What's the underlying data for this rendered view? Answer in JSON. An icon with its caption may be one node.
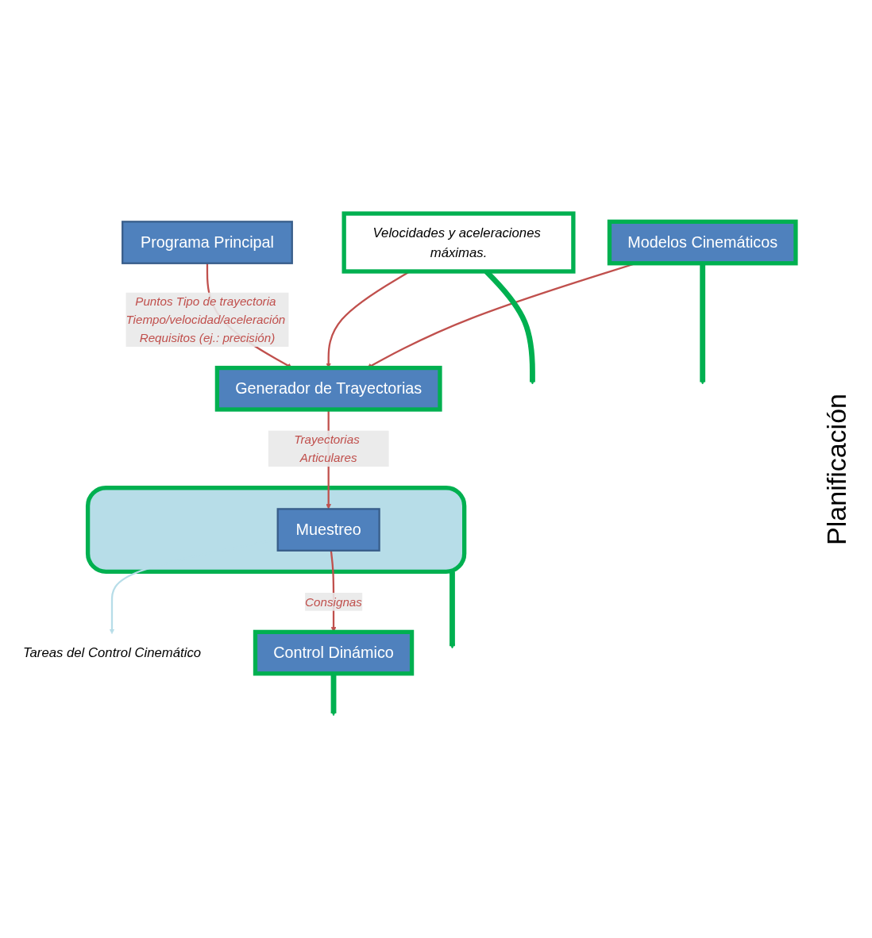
{
  "diagram": {
    "nodes": [
      {
        "text": [
          "Programa Principal"
        ]
      },
      {
        "text": [
          "Generador de Trayectorias"
        ]
      },
      {
        "text": [
          "Velocidades y aceleraciones máximas."
        ]
      },
      {
        "text": [
          "Modelos Cinemáticos"
        ]
      },
      {
        "text": [],
        "shape": "box"
      },
      {
        "text": [
          "Muestreo"
        ],
        "in": 4
      },
      {
        "text": [
          "Tareas del Control Cinemático"
        ]
      },
      {
        "text": [
          "Control Dinámico"
        ]
      }
    ],
    "edges": [
      {
        "from": 0,
        "to": 1,
        "arrow": "to",
        "label": "Puntos Tipo de trayectoria Tiempo/velocidad/aceleración Requisitos (ej.: precisión)"
      },
      {
        "from": 2,
        "to": 1,
        "arrow": "to"
      },
      {
        "from": 3,
        "to": 1,
        "arrow": "to"
      },
      {
        "from": 1,
        "to": 5,
        "arrow": "to",
        "label": "Trayectorias Articulares"
      },
      {
        "from": 5,
        "to": 6,
        "arrow": "to",
        "color": "#b7dde8"
      },
      {
        "from": 5,
        "to": 7,
        "arrow": "to",
        "label": "Consignas"
      },
      {
        "from": 2,
        "to": null,
        "arrow": "to",
        "style": "thick",
        "color": "#00b050"
      },
      {
        "from": 3,
        "to": null,
        "arrow": "to",
        "style": "thick",
        "color": "#00b050"
      },
      {
        "from": 4,
        "to": null,
        "arrow": "to",
        "style": "thick",
        "color": "#00b050"
      },
      {
        "from": 7,
        "to": null,
        "arrow": "to",
        "style": "thick",
        "color": "#00b050"
      }
    ],
    "labels": [
      "Planificación"
    ]
  }
}
